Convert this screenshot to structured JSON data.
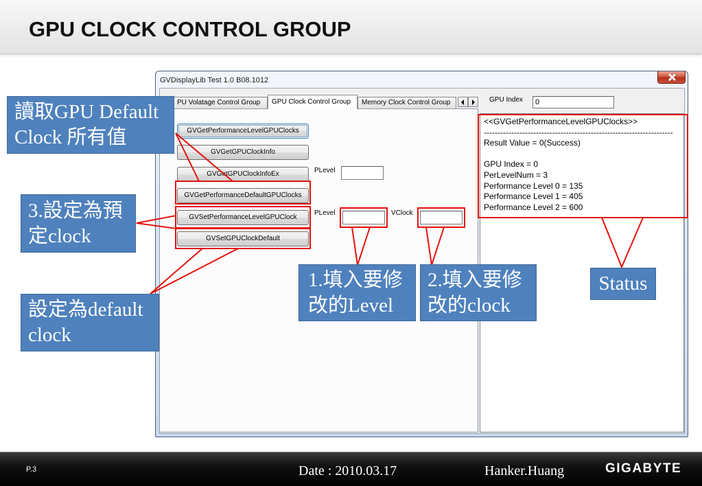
{
  "slide": {
    "title": "GPU CLOCK CONTROL GROUP",
    "page_number": "P.3",
    "date": "Date : 2010.03.17",
    "author": "Hanker.Huang",
    "logo": "GIGABYTE"
  },
  "window": {
    "title": "GVDisplayLib Test  1.0 B08.1012",
    "close_icon": "close-icon",
    "tabs": [
      {
        "label": "PU Volatage Control Group",
        "selected": false
      },
      {
        "label": "GPU Clock Control Group",
        "selected": true
      },
      {
        "label": "Memory Clock Control Group",
        "selected": false
      }
    ],
    "tab_scroll_icons": [
      "arrow-left-icon",
      "arrow-right-icon"
    ],
    "buttons": [
      "GVGetPerformanceLevelGPUClocks",
      "GVGetGPUClockInfo",
      "GVGetGPUClockInfoEx",
      "GVGetPerformanceDefaultGPUClocks",
      "GVSetPerformanceLevelGPUClock",
      "GVSetGPUClockDefault"
    ],
    "info_plevel": {
      "label": "PLevel",
      "value": ""
    },
    "set_plevel": {
      "label": "PLevel",
      "value": ""
    },
    "set_vclock": {
      "label": "VClock",
      "value": ""
    },
    "gpu_index": {
      "label": "GPU Index",
      "value": "0"
    },
    "output_lines": [
      "<<GVGetPerformanceLevelGPUClocks>>",
      "---------------------------------------------------------------------",
      "Result Value = 0(Success)",
      "",
      "GPU Index = 0",
      "PerLevelNum = 3",
      "Performance Level 0 = 135",
      "Performance Level 1 = 405",
      "Performance Level 2 = 600"
    ]
  },
  "annotations": {
    "read_default": [
      "讀取GPU Default",
      "Clock 所有值"
    ],
    "set_level": [
      "3.設定為預",
      "定clock"
    ],
    "set_default": [
      "設定為default",
      "clock"
    ],
    "fill_level": [
      "1.填入要修",
      "改的Level"
    ],
    "fill_clock": [
      "2.填入要修",
      "改的clock"
    ],
    "status": "Status"
  },
  "colors": {
    "annotation_fill": "#4f81bd",
    "highlight": "#e3120d",
    "footer": "#111111",
    "close_button": "#c7432c"
  }
}
